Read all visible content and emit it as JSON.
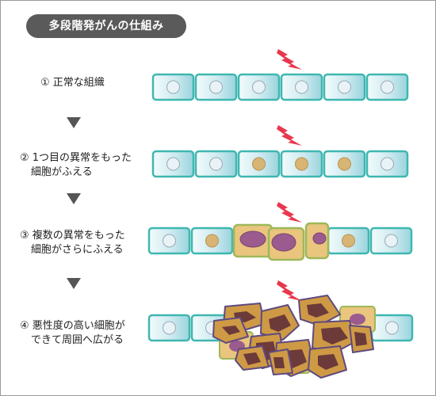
{
  "title": "多段階発がんの仕組み",
  "stages": [
    {
      "lines": [
        "① 正常な組織"
      ]
    },
    {
      "lines": [
        "② 1つ目の異常をもった",
        "細胞がふえる"
      ]
    },
    {
      "lines": [
        "③ 複数の異常をもった",
        "細胞がさらにふえる"
      ]
    },
    {
      "lines": [
        "④ 悪性度の高い細胞が",
        "できて周囲へ広がる"
      ]
    }
  ],
  "colors": {
    "cell_border": "#3fb7b0",
    "cell_fill_light": "#f2fbfb",
    "cell_fill_dark": "#9ad4dd",
    "nucleus_normal": "#e9f2f6",
    "nucleus_abnormal": "#d8b574",
    "abnormal_cell_fill": "#e9c57e",
    "abnormal_cell_border": "#9db85a",
    "abnormal_nucleus": "#9b5b8e",
    "malignant_fill": "#cf9a45",
    "malignant_border": "#5e4a80",
    "malignant_nucleus": "#6d3a3a",
    "lightning": "#e8384f",
    "arrow": "#555555",
    "title_bg": "#5a5a5a"
  }
}
